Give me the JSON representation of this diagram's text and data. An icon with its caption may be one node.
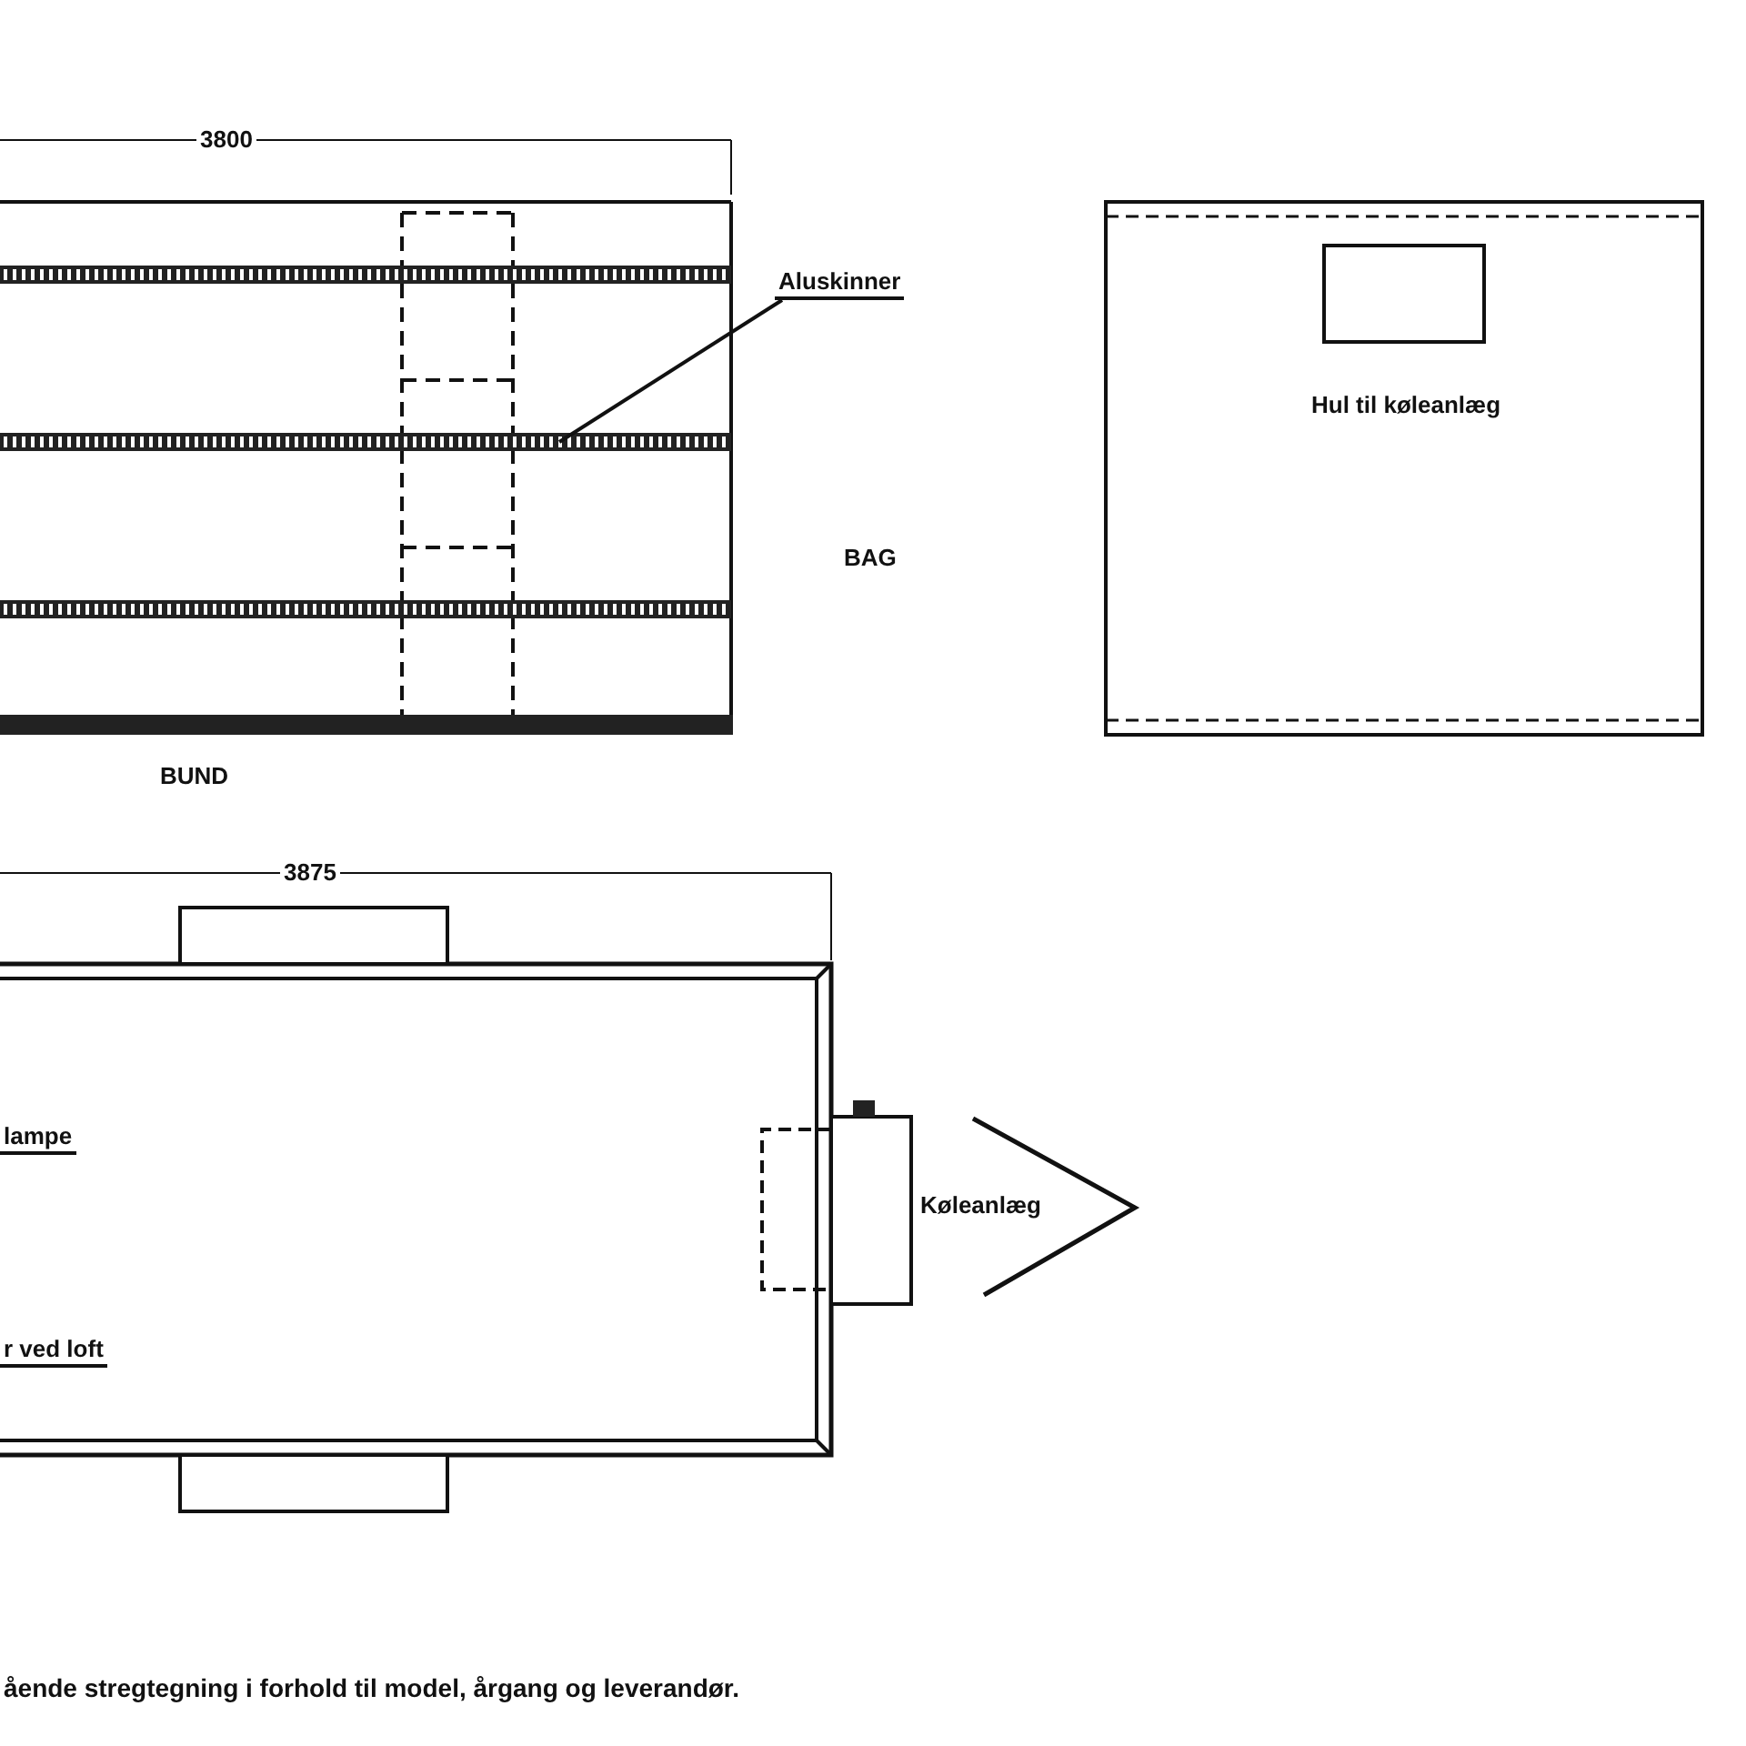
{
  "diagram": {
    "caption": "ående stregtegning i forhold til model, årgang og leverandør.",
    "nodes": [
      {
        "text": [
          "Aluskinner"
        ]
      },
      {
        "text": [],
        "shape": "bar"
      }
    ],
    "edges": [
      {
        "from": 0,
        "to": 1,
        "arrow": "none"
      }
    ],
    "labels": [
      "3800",
      "Hul til køleanlæg",
      "BAG",
      "BUND",
      "3875",
      "lampe",
      "Køleanlæg",
      "r ved loft"
    ]
  }
}
